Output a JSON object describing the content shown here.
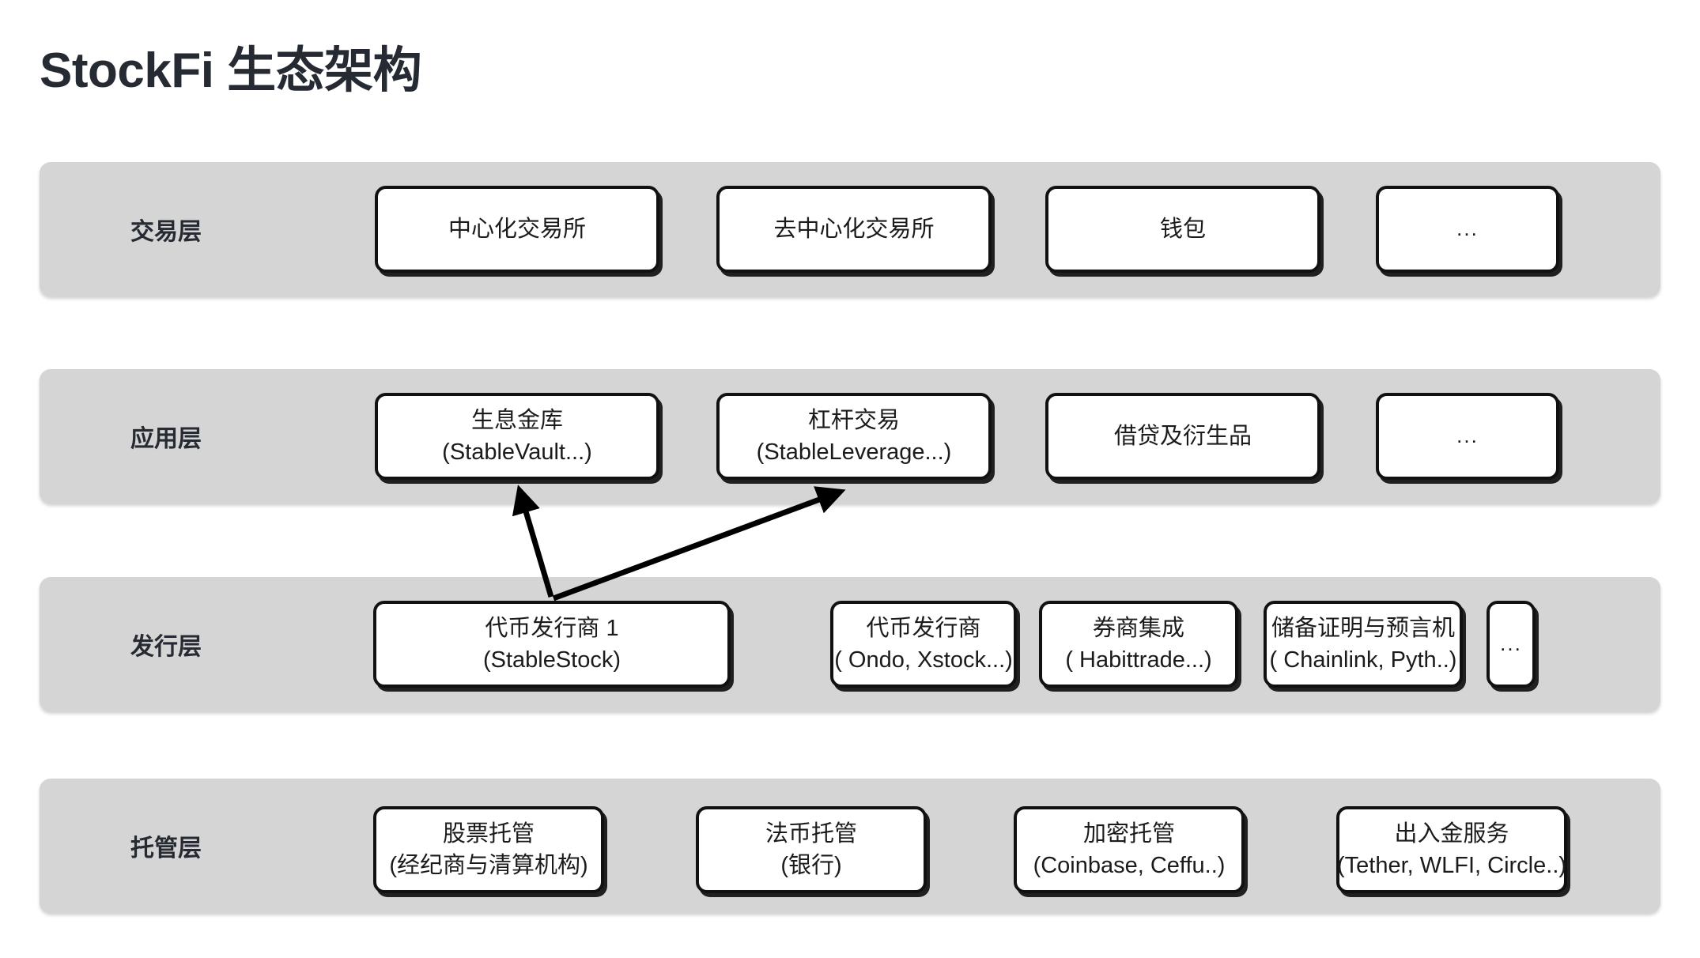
{
  "page": {
    "title": "StockFi 生态架构",
    "background_color": "#ffffff",
    "band_color": "#d5d5d5",
    "node_fill": "#ffffff",
    "node_border": "#111111",
    "text_color": "#1b1b1b",
    "title_color": "#262b33"
  },
  "layers": [
    {
      "id": "trading-layer",
      "label": "交易层",
      "nodes": [
        {
          "id": "cex",
          "line1": "中心化交易所",
          "line2": ""
        },
        {
          "id": "dex",
          "line1": "去中心化交易所",
          "line2": ""
        },
        {
          "id": "wallet",
          "line1": "钱包",
          "line2": ""
        },
        {
          "id": "more-1",
          "line1": "...",
          "line2": ""
        }
      ]
    },
    {
      "id": "application-layer",
      "label": "应用层",
      "nodes": [
        {
          "id": "yield-vault",
          "line1": "生息金库",
          "line2": "(StableVault...)"
        },
        {
          "id": "leverage-trading",
          "line1": "杠杆交易",
          "line2": "(StableLeverage...)"
        },
        {
          "id": "lending-derivs",
          "line1": "借贷及衍生品",
          "line2": ""
        },
        {
          "id": "more-2",
          "line1": "...",
          "line2": ""
        }
      ]
    },
    {
      "id": "issuance-layer",
      "label": "发行层",
      "nodes": [
        {
          "id": "token-issuer-1",
          "line1": "代币发行商 1",
          "line2": "(StableStock)"
        },
        {
          "id": "token-issuer-2",
          "line1": "代币发行商",
          "line2": "( Ondo, Xstock...)"
        },
        {
          "id": "broker-integration",
          "line1": "券商集成",
          "line2": "( Habittrade...)"
        },
        {
          "id": "por-oracle",
          "line1": "储备证明与预言机",
          "line2": "( Chainlink, Pyth..)"
        },
        {
          "id": "more-3",
          "line1": "...",
          "line2": ""
        }
      ]
    },
    {
      "id": "custody-layer",
      "label": "托管层",
      "nodes": [
        {
          "id": "stock-custody",
          "line1": "股票托管",
          "line2": "(经纪商与清算机构)"
        },
        {
          "id": "fiat-custody",
          "line1": "法币托管",
          "line2": "(银行)"
        },
        {
          "id": "crypto-custody",
          "line1": "加密托管",
          "line2": "(Coinbase, Ceffu..)"
        },
        {
          "id": "onoff-ramp",
          "line1": "出入金服务",
          "line2": "(Tether, WLFI, Circle..)"
        }
      ]
    }
  ],
  "connections": [
    {
      "id": "issuer-to-vault",
      "from": "token-issuer-1",
      "to": "yield-vault"
    },
    {
      "id": "issuer-to-leverage",
      "from": "token-issuer-1",
      "to": "leverage-trading"
    }
  ]
}
